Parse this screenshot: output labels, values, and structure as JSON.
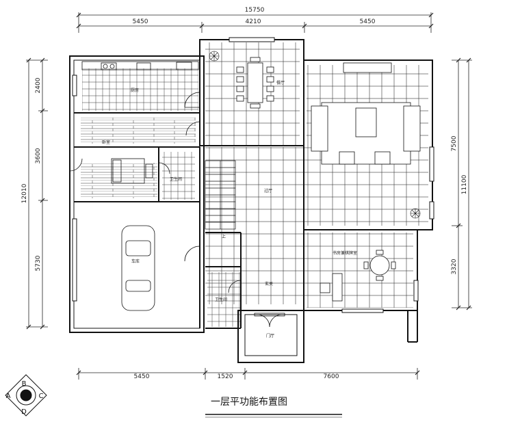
{
  "title": "一层平功能布置图",
  "dimensions": {
    "top_total": "15750",
    "top_left": "5450",
    "top_mid": "4210",
    "top_right": "5450",
    "left_total": "12010",
    "left_a": "2400",
    "left_b": "3600",
    "left_c": "5730",
    "right_total": "11100",
    "right_a": "7500",
    "right_b": "3320",
    "bottom_left": "5450",
    "bottom_mid": "1520",
    "bottom_right": "7600"
  },
  "rooms": {
    "kitchen": "厨房",
    "dining": "餐厅",
    "bedroom": "卧室",
    "bath_upper": "卫生间",
    "garage": "车库",
    "hall": "过厅",
    "up": "上",
    "bath_lower": "卫生间",
    "foyer": "玄关",
    "study": "书房兼棋牌室",
    "porch": "门厅"
  },
  "compass": {
    "a": "A",
    "b": "B",
    "c": "C",
    "d": "D"
  }
}
